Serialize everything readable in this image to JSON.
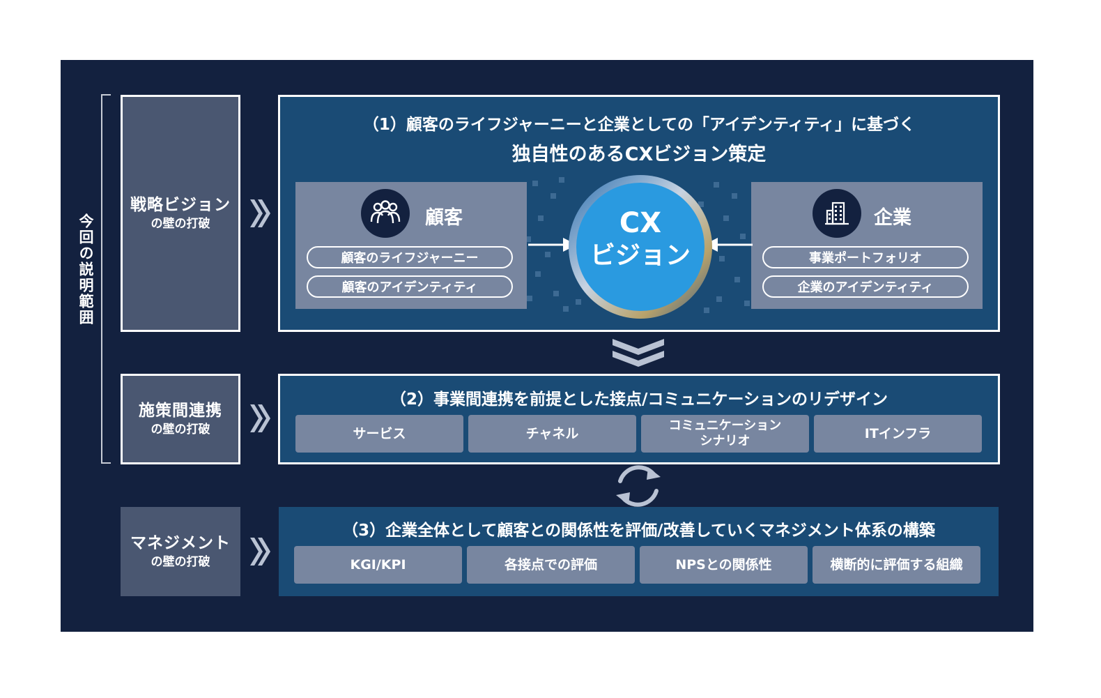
{
  "left_label": "今回の説明範囲",
  "walls": [
    {
      "title": "戦略ビジョン",
      "sub": "の壁の打破"
    },
    {
      "title": "施策間連携",
      "sub": "の壁の打破"
    },
    {
      "title": "マネジメント",
      "sub": "の壁の打破"
    }
  ],
  "section1": {
    "title_line1": "（1）顧客のライフジャーニーと企業としての「アイデンティティ」に基づく",
    "title_line2": "独自性のあるCXビジョン策定",
    "customer": {
      "label": "顧客",
      "icon": "people-icon",
      "items": [
        "顧客のライフジャーニー",
        "顧客のアイデンティティ"
      ]
    },
    "company": {
      "label": "企業",
      "icon": "building-icon",
      "items": [
        "事業ポートフォリオ",
        "企業のアイデンティティ"
      ]
    },
    "center": {
      "line1": "CX",
      "line2": "ビジョン"
    }
  },
  "section2": {
    "title": "（2）事業間連携を前提とした接点/コミュニケーションのリデザイン",
    "items": [
      "サービス",
      "チャネル",
      "コミュニケーション\nシナリオ",
      "ITインフラ"
    ]
  },
  "section3": {
    "title": "（3）企業全体として顧客との関係性を評価/改善していくマネジメント体系の構築",
    "items": [
      "KGI/KPI",
      "各接点での評価",
      "NPSとの関係性",
      "横断的に評価する組織"
    ]
  },
  "colors": {
    "background": "#13213f",
    "section": "#1a4b75",
    "item": "#7886a0",
    "wall": "#4a5771",
    "cx_circle": "#2a9ae0"
  }
}
